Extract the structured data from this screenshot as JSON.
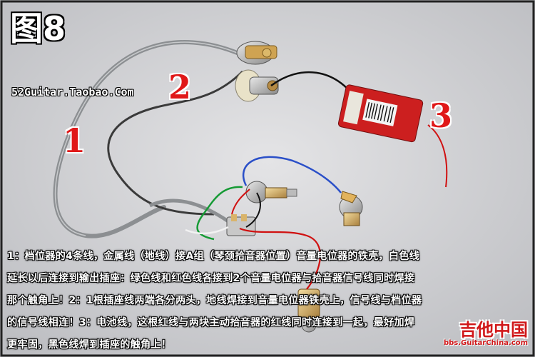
{
  "figure_title": "图8",
  "watermark": "52Guitar.Taobao.Com",
  "markers": [
    "1",
    "2",
    "3"
  ],
  "caption_lines": [
    "1：档位器的4条线，金属线（地线）接A组（琴颈拾音器位置）音量电位器的铁壳，白色线",
    "延长以后连接到输出插座：绿色线和红色线各接到2个音量电位器与拾音器信号线同时焊接",
    "那个触角上！2：1根插座线两端各分两头，地线焊接到音量电位器铁壳上，信号线与档位器",
    "的信号线相连！3：电池线，这根红线与两块主动拾音器的红线同时连接到一起，最好加焊",
    "更牢固，黑色线焊到插座的触角上！"
  ],
  "logo": {
    "name": "吉他中国",
    "url": "bbs.GuitarChina.com"
  },
  "colors": {
    "marker": "#e01818",
    "battery": "#cc1f1f",
    "cable": "#8c8f92",
    "logo": "#d0181a"
  }
}
